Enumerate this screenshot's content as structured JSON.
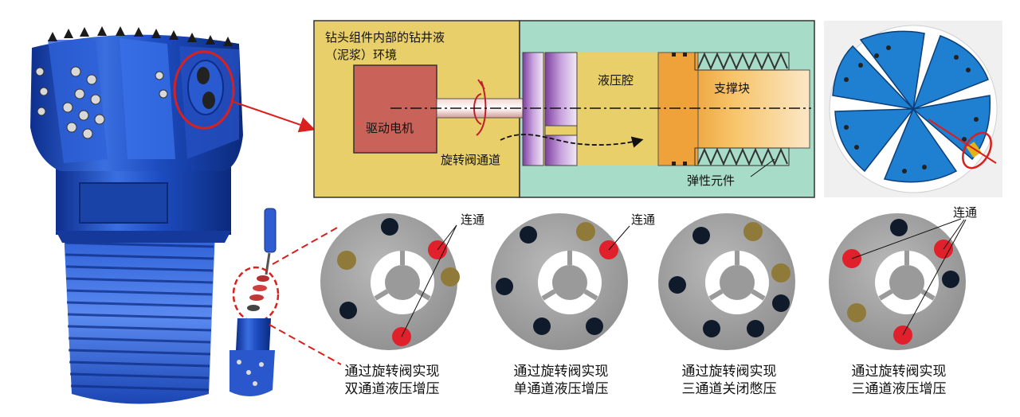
{
  "schematic": {
    "fluid_env_line1": "钻头组件内部的钻井液",
    "fluid_env_line2": "（泥浆）环境",
    "motor": "驱动电机",
    "rotary_valve_channel": "旋转阀通道",
    "hydraulic_chamber": "液压腔",
    "support_block": "支撑块",
    "elastic_element": "弹性元件"
  },
  "discs": [
    {
      "connect_label": "连通",
      "caption_line1": "通过旋转阀实现",
      "caption_line2": "双通道液压增压"
    },
    {
      "connect_label": "连通",
      "caption_line1": "通过旋转阀实现",
      "caption_line2": "单通道液压增压"
    },
    {
      "connect_label": "",
      "caption_line1": "通过旋转阀实现",
      "caption_line2": "三通道关闭憋压"
    },
    {
      "connect_label": "连通",
      "caption_line1": "通过旋转阀实现",
      "caption_line2": "三通道液压增压"
    }
  ],
  "colors": {
    "bit_blue": "#1f4fc4",
    "fluid_yellow": "#e8cf6a",
    "teal": "#a6dcc8",
    "motor_red": "#c9635a",
    "purple": "#9a62b4",
    "orange": "#f0a62e",
    "highlight_red": "#e0202a",
    "dark_hole": "#0f1a2a",
    "bronze_hole": "#8f7a3a"
  }
}
